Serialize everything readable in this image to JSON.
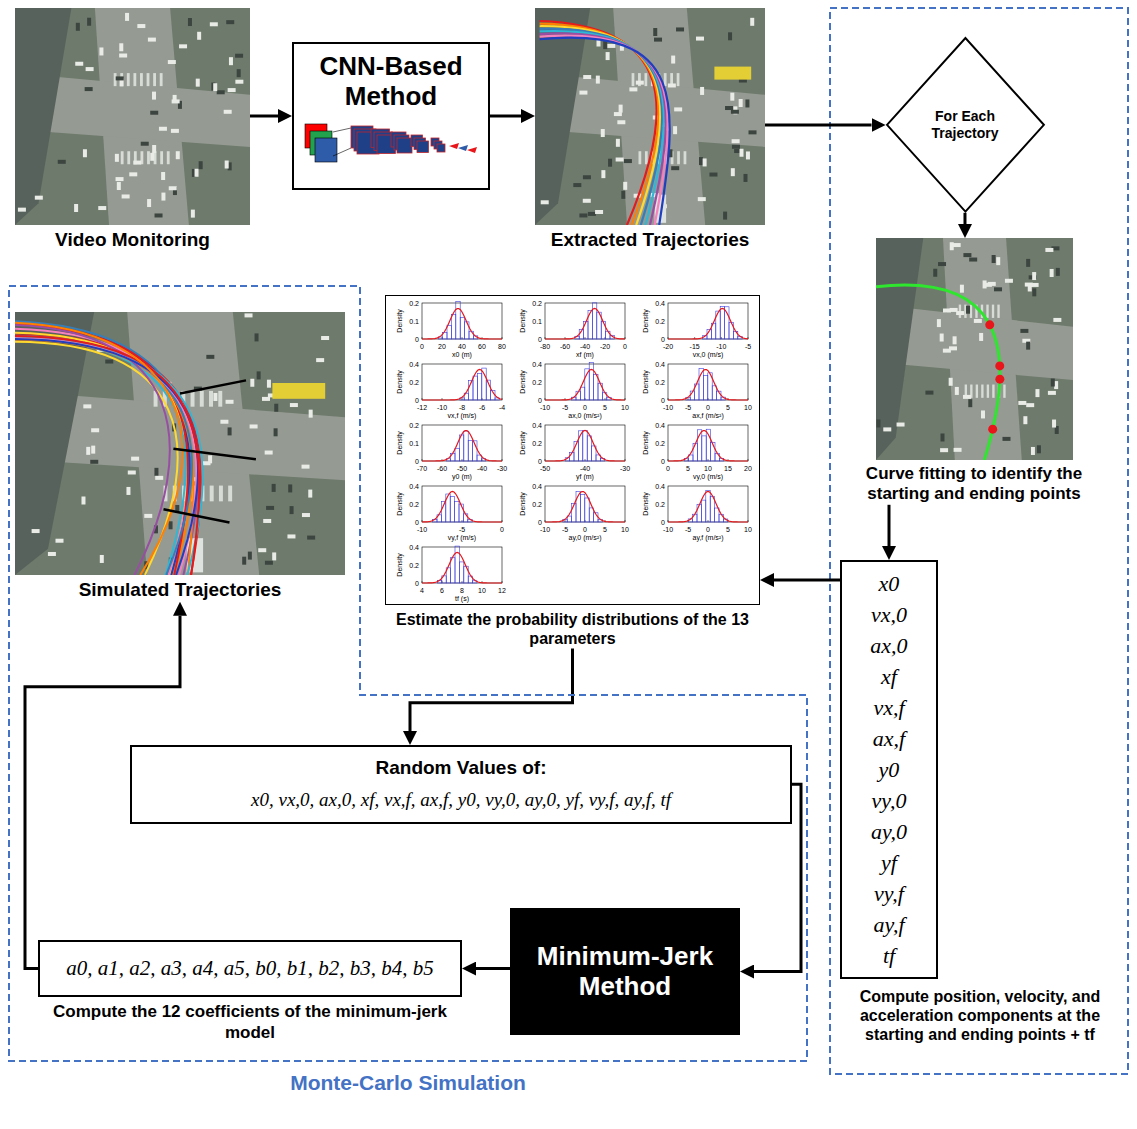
{
  "diagram": {
    "nodes": [
      {
        "text": [
          "Video Monitoring"
        ]
      },
      {
        "text": [
          "CNN-Based Method"
        ]
      },
      {
        "text": [
          "Extracted Trajectories"
        ]
      },
      {
        "text": [
          "For Each Trajectory"
        ]
      },
      {
        "text": [
          "Curve fitting to identify the starting and ending points"
        ]
      },
      {
        "text": [
          "Monte-Carlo Simulation"
        ]
      },
      {
        "text": [
          "Simulated Trajectories"
        ],
        "in": 5
      },
      {
        "text": [
          "Estimate the probability distributions of the 13 parameters"
        ]
      },
      {
        "text": [
          "Random Values of:",
          "x0, vx,0, ax,0, xf, vx,f, ax,f, y0, vy,0, ay,0, yf, vy,f, ay,f, tf"
        ],
        "in": 5
      },
      {
        "text": [
          "Minimum-Jerk Method"
        ],
        "in": 5
      },
      {
        "text": [
          "a0, a1, a2, a3, a4, a5, b0, b1, b2, b3, b4, b5",
          "Compute the 12 coefficients of the minimum-jerk model"
        ],
        "in": 5
      },
      {
        "text": [
          "x0",
          "vx,0",
          "ax,0",
          "xf",
          "vx,f",
          "ax,f",
          "y0",
          "vy,0",
          "ay,0",
          "yf",
          "vy,f",
          "ay,f",
          "tf",
          "Compute position, velocity, and acceleration components at the starting and ending points + tf"
        ]
      }
    ],
    "edges": [
      {
        "from": 0,
        "to": 1,
        "arrow": "to"
      },
      {
        "from": 1,
        "to": 2,
        "arrow": "to"
      },
      {
        "from": 2,
        "to": 3,
        "arrow": "to"
      },
      {
        "from": 3,
        "to": 4,
        "arrow": "to"
      },
      {
        "from": 4,
        "to": 11,
        "arrow": "to"
      },
      {
        "from": 11,
        "to": 7,
        "arrow": "to"
      },
      {
        "from": 7,
        "to": 8,
        "arrow": "to"
      },
      {
        "from": 8,
        "to": 9,
        "arrow": "to"
      },
      {
        "from": 9,
        "to": 10,
        "arrow": "to"
      },
      {
        "from": 10,
        "to": 6,
        "arrow": "to"
      }
    ],
    "labels": [
      "Density",
      "0.2",
      "0.1",
      "0",
      "0",
      "20",
      "40",
      "60",
      "80",
      "x0 (m)",
      "Density",
      "0.2",
      "0.1",
      "0",
      "-80",
      "-60",
      "-40",
      "-20",
      "0",
      "xf (m)",
      "Density",
      "0.4",
      "0.2",
      "0",
      "-20",
      "-15",
      "-10",
      "-5",
      "vx,0 (m/s)",
      "Density",
      "0.4",
      "0.2",
      "0",
      "-12",
      "-10",
      "-8",
      "-6",
      "-4",
      "vx,f (m/s)",
      "Density",
      "0.4",
      "0.2",
      "0",
      "-10",
      "-5",
      "0",
      "5",
      "10",
      "ax,0 (m/s²)",
      "Density",
      "0.4",
      "0.2",
      "0",
      "-10",
      "-5",
      "0",
      "5",
      "10",
      "ax,f (m/s²)",
      "Density",
      "0.2",
      "0.1",
      "0",
      "-70",
      "-60",
      "-50",
      "-40",
      "-30",
      "y0 (m)",
      "Density",
      "0.4",
      "0.2",
      "0",
      "-50",
      "-40",
      "-30",
      "yf (m)",
      "Density",
      "0.4",
      "0.2",
      "0",
      "0",
      "5",
      "10",
      "15",
      "20",
      "vy,0 (m/s)",
      "Density",
      "0.4",
      "0.2",
      "0",
      "-10",
      "-5",
      "0",
      "vy,f (m/s)",
      "Density",
      "0.4",
      "0.2",
      "0",
      "-10",
      "-5",
      "0",
      "5",
      "10",
      "ay,0 (m/s²)",
      "Density",
      "0.4",
      "0.2",
      "0",
      "-10",
      "-5",
      "0",
      "5",
      "10",
      "ay,f (m/s²)",
      "Density",
      "0.4",
      "0.2",
      "0",
      "4",
      "6",
      "8",
      "10",
      "12",
      "tf (s)"
    ]
  }
}
